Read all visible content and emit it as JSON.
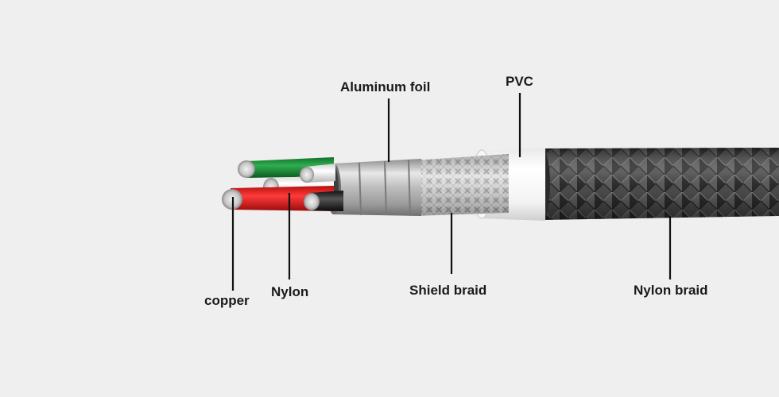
{
  "labels": {
    "aluminum_foil": "Aluminum foil",
    "pvc": "PVC",
    "copper": "copper",
    "nylon": "Nylon",
    "shield_braid": "Shield braid",
    "nylon_braid": "Nylon braid"
  },
  "colors": {
    "background": "#efefef",
    "leader_line": "#111111",
    "wire_green": "#1f8a3a",
    "wire_red": "#e11c1c",
    "wire_white": "#f2f2f2",
    "wire_black": "#1a1a1a",
    "copper_strands": "#c9c9c9",
    "aluminum_foil": "#b9b9b9",
    "shield_braid": "#d8d8d8",
    "pvc_jacket": "#ffffff",
    "nylon_braid": "#3a3a3a"
  }
}
